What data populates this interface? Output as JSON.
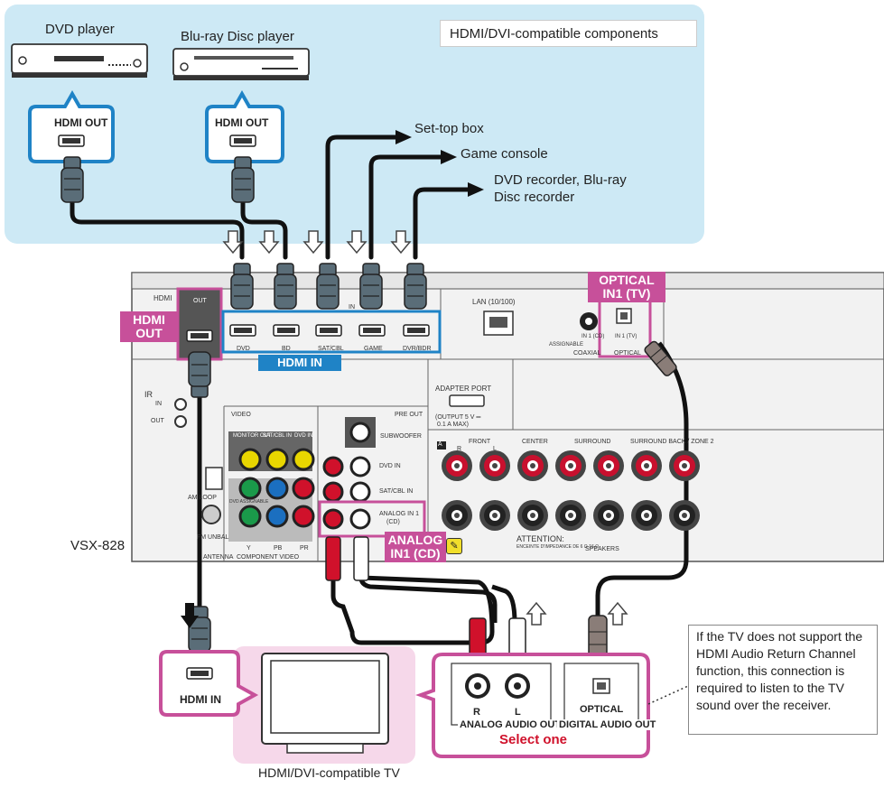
{
  "sources": {
    "dvd_player": "DVD player",
    "bluray_player": "Blu-ray Disc player",
    "compat_label": "HDMI/DVI-compatible components",
    "hdmi_out": "HDMI OUT"
  },
  "destinations": {
    "settop": "Set-top box",
    "game": "Game console",
    "recorder_line1": "DVD recorder, Blu-ray",
    "recorder_line2": "Disc recorder"
  },
  "receiver": {
    "model": "VSX-828",
    "hdmi": "HDMI",
    "out": "OUT",
    "in": "IN",
    "inputs": [
      "DVD",
      "BD",
      "SAT/CBL",
      "GAME",
      "DVR/BDR"
    ],
    "hdmi_in": "HDMI IN",
    "hdmi_out_tag": "HDMI OUT",
    "lan": "LAN (10/100)",
    "adapter_port": "ADAPTER PORT",
    "adapter_spec_1": "(OUTPUT 5 V ═",
    "adapter_spec_2": "0.1 A MAX)",
    "assignable": "ASSIGNABLE",
    "coaxial": "COAXIAL",
    "optical": "OPTICAL",
    "in_cd": "IN 1 (CD)",
    "in_tv": "IN 1 (TV)",
    "ir": "IR",
    "in_sym": "IN",
    "out_sym": "OUT",
    "video": "VIDEO",
    "monitor_out": "MONITOR OUT",
    "sat_cbl_in": "SAT/CBL IN",
    "dvd_in_v": "DVD IN",
    "dvd_assignable": "DVD ASSIGNABLE",
    "component_video": "COMPONENT VIDEO",
    "y": "Y",
    "pb": "PB",
    "pr": "PR",
    "pre_out": "PRE OUT",
    "subwoofer": "SUBWOOFER",
    "dvd_in_a": "DVD IN",
    "sat_cbl_in_a": "SAT/CBL IN",
    "analog_in": "ANALOG IN 1",
    "analog_cd": "(CD)",
    "am_loop": "AM LOOP",
    "fm_unbal": "FM UNBAL",
    "antenna": "ANTENNA",
    "front": "FRONT",
    "center": "CENTER",
    "surround": "SURROUND",
    "surround_back": "SURROUND BACK / ZONE 2",
    "r": "R",
    "l": "L",
    "a_mark": "A",
    "speakers": "SPEAKERS",
    "attention": "ATTENTION:",
    "attention_sub": "ENCEINTE D'IMPEDANCE DE 6 Ω-16 Ω",
    "optical_tag_1": "OPTICAL",
    "optical_tag_2": "IN1 (TV)",
    "analog_tag_1": "ANALOG",
    "analog_tag_2": "IN1 (CD)"
  },
  "tv": {
    "hdmi_in": "HDMI IN",
    "label": "HDMI/DVI-compatible TV",
    "r": "R",
    "l": "L",
    "optical": "OPTICAL",
    "analog_audio_out": "ANALOG AUDIO OUT",
    "digital_audio_out": "DIGITAL AUDIO OUT",
    "select_one": "Select one"
  },
  "note": "If the TV does not support the HDMI Audio Return Channel function, this connection is required to listen to the TV sound over the receiver.",
  "colors": {
    "blue_panel": "#cde9f5",
    "pink": "#c7509a",
    "blue": "#1f83c6",
    "plug": "#5a6d78",
    "red": "#d0112b"
  }
}
